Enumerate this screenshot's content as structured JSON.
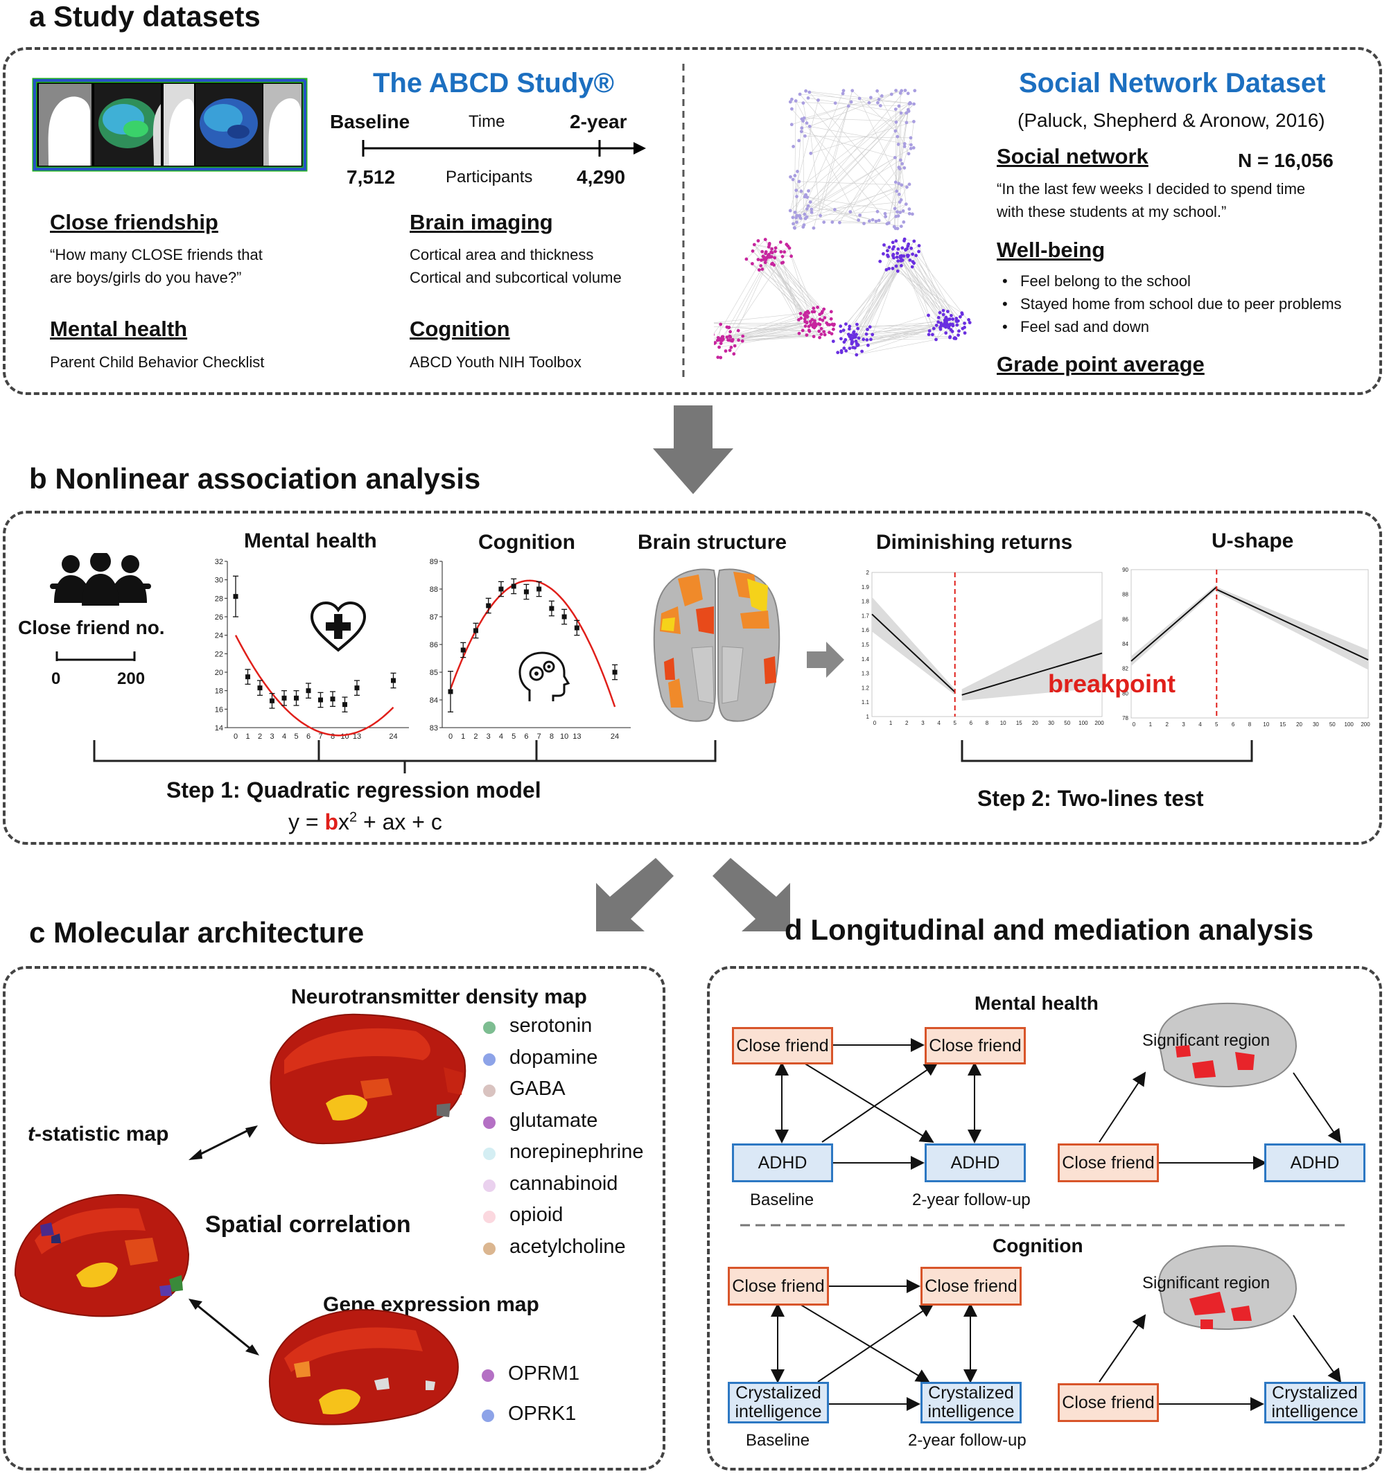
{
  "panel_a": {
    "title": "a Study datasets",
    "abcd": {
      "title": "The ABCD Study®",
      "baseline": "Baseline",
      "time": "Time",
      "two_year": "2-year",
      "n_baseline": "7,512",
      "participants": "Participants",
      "n_two_year": "4,290",
      "close_friendship": "Close friendship",
      "close_friendship_q1": "“How many CLOSE friends that",
      "close_friendship_q2": "are boys/girls do you have?”",
      "brain_imaging": "Brain imaging",
      "brain_imaging_1": "Cortical area and thickness",
      "brain_imaging_2": "Cortical and subcortical volume",
      "mental_health": "Mental health",
      "mental_health_1": "Parent Child Behavior Checklist",
      "cognition": "Cognition",
      "cognition_1": "ABCD Youth NIH Toolbox"
    },
    "social": {
      "title": "Social Network Dataset",
      "citation": "(Paluck, Shepherd & Aronow, 2016)",
      "social_network": "Social network",
      "n": "N = 16,056",
      "quote1": "“In the last few weeks I decided to spend time",
      "quote2": "with these students at my school.”",
      "wellbeing": "Well-being",
      "bullets": [
        "Feel belong to the school",
        "Stayed home from school due to peer problems",
        "Feel sad and down"
      ],
      "gpa": "Grade point average",
      "node_colors": [
        "#a99ee0",
        "#c7259e",
        "#6a2fe0"
      ]
    }
  },
  "panel_b": {
    "title": "b Nonlinear association analysis",
    "close_friend_no": "Close friend no.",
    "scale_min": "0",
    "scale_max": "200",
    "mental_health": "Mental health",
    "cognition": "Cognition",
    "brain_structure": "Brain structure",
    "diminishing": "Diminishing returns",
    "ushape": "U-shape",
    "breakpoint": "breakpoint",
    "step1": "Step 1: Quadratic regression model",
    "formula_y": "y = ",
    "formula_b": "b",
    "formula_rest": "x",
    "formula_sup": "2",
    "formula_tail": " + ax + c",
    "step2": "Step 2: Two-lines test",
    "accent": "#e0201b"
  },
  "panel_c": {
    "title": "c Molecular architecture",
    "neuro_title": "Neurotransmitter density map",
    "tstat_italic": "t",
    "tstat_rest": "-statistic map",
    "spatial": "Spatial correlation",
    "gene_title": "Gene expression map",
    "neurotransmitters": [
      {
        "name": "serotonin",
        "color": "#7dbd91"
      },
      {
        "name": "dopamine",
        "color": "#8da3e8"
      },
      {
        "name": "GABA",
        "color": "#d9c3c0"
      },
      {
        "name": "glutamate",
        "color": "#b470c4"
      },
      {
        "name": "norepinephrine",
        "color": "#d4eef3"
      },
      {
        "name": "cannabinoid",
        "color": "#ead1ee"
      },
      {
        "name": "opioid",
        "color": "#fbd8df"
      },
      {
        "name": "acetylcholine",
        "color": "#dbb690"
      }
    ],
    "genes": [
      {
        "name": "OPRM1",
        "color": "#b470c4"
      },
      {
        "name": "OPRK1",
        "color": "#8da3e8"
      }
    ]
  },
  "panel_d": {
    "title": "d Longitudinal and mediation analysis",
    "mental_health": "Mental health",
    "cognition": "Cognition",
    "close_friend": "Close friend",
    "adhd": "ADHD",
    "crystalized1": "Crystalized",
    "crystalized2": "intelligence",
    "baseline": "Baseline",
    "followup": "2-year follow-up",
    "significant_region": "Significant region"
  },
  "chart_data": [
    {
      "type": "scatter",
      "title": "Mental health",
      "categories": [
        "0",
        "1",
        "2",
        "3",
        "4",
        "5",
        "6",
        "7",
        "8",
        "10",
        "13",
        "24"
      ],
      "values": [
        28.2,
        19.5,
        18.3,
        16.9,
        17.2,
        17.2,
        18.0,
        17.0,
        17.1,
        16.5,
        18.3,
        19.1
      ],
      "ylim": [
        14,
        32
      ],
      "yticks": [
        "14",
        "16",
        "18",
        "20",
        "22",
        "24",
        "26",
        "28",
        "30",
        "32"
      ]
    },
    {
      "type": "scatter",
      "title": "Cognition",
      "categories": [
        "0",
        "1",
        "2",
        "3",
        "4",
        "5",
        "6",
        "7",
        "8",
        "10",
        "13",
        "24"
      ],
      "values": [
        84.3,
        85.8,
        86.5,
        87.4,
        88.0,
        88.1,
        87.9,
        88.0,
        87.3,
        87.0,
        86.6,
        85.0
      ],
      "ylim": [
        83,
        89
      ],
      "yticks": [
        "83",
        "84",
        "85",
        "86",
        "87",
        "88",
        "89"
      ]
    },
    {
      "type": "line",
      "title": "Diminishing returns",
      "xticks": [
        "0",
        "1",
        "2",
        "3",
        "4",
        "5",
        "6",
        "8",
        "10",
        "15",
        "20",
        "30",
        "50",
        "100",
        "200"
      ],
      "yticks": [
        "1",
        "1.1",
        "1.2",
        "1.3",
        "1.4",
        "1.5",
        "1.6",
        "1.7",
        "1.8",
        "1.9",
        "2"
      ],
      "ylim": [
        1,
        2
      ]
    },
    {
      "type": "line",
      "title": "U-shape",
      "xticks": [
        "0",
        "1",
        "2",
        "3",
        "4",
        "5",
        "6",
        "8",
        "10",
        "15",
        "20",
        "30",
        "50",
        "100",
        "200"
      ],
      "yticks": [
        "78",
        "80",
        "82",
        "84",
        "86",
        "88",
        "90"
      ],
      "ylim": [
        78,
        90
      ]
    }
  ]
}
